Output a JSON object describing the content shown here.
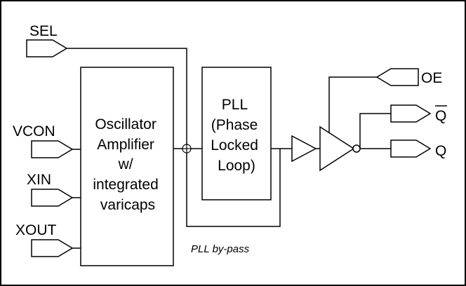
{
  "inputs": {
    "sel": "SEL",
    "vcon": "VCON",
    "xin": "XIN",
    "xout": "XOUT"
  },
  "blocks": {
    "oscillator": [
      "Oscillator",
      "Amplifier",
      "w/",
      "integrated",
      "varicaps"
    ],
    "pll": [
      "PLL",
      "(Phase",
      "Locked",
      "Loop)"
    ]
  },
  "outputs": {
    "oe": "OE",
    "q_bar": "Q",
    "q": "Q"
  },
  "annotations": {
    "pll_bypass": "PLL by-pass"
  }
}
